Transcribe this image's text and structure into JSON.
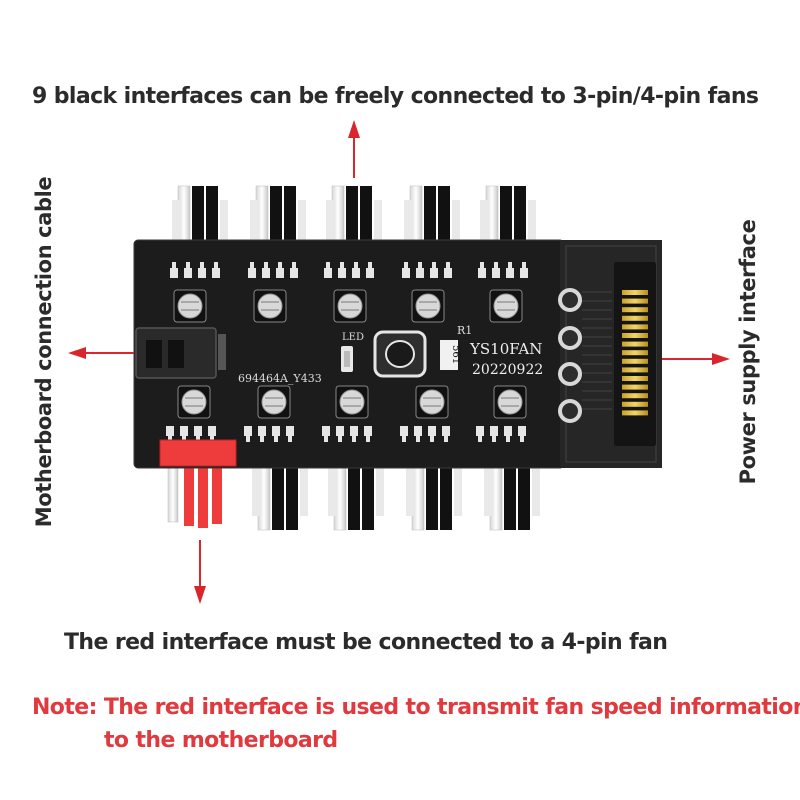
{
  "captions": {
    "top": "9 black interfaces can be freely connected to 3-pin/4-pin fans",
    "left": "Motherboard connection cable",
    "right": "Power supply interface",
    "bottom": "The red interface must be connected to a 4-pin fan",
    "note_line1": "Note: The red interface is used to transmit fan speed information",
    "note_line2": "to the motherboard"
  },
  "board": {
    "model": "YS10FAN",
    "date": "20220922",
    "part_number": "694464A_Y433",
    "led_label": "LED",
    "resistor_label": "R1",
    "resistor_value": "561"
  },
  "colors": {
    "arrow": "#d9262c",
    "red_connector": "#ee3b3b",
    "pcb": "#1c1c1c",
    "note_text": "#e0393e"
  }
}
